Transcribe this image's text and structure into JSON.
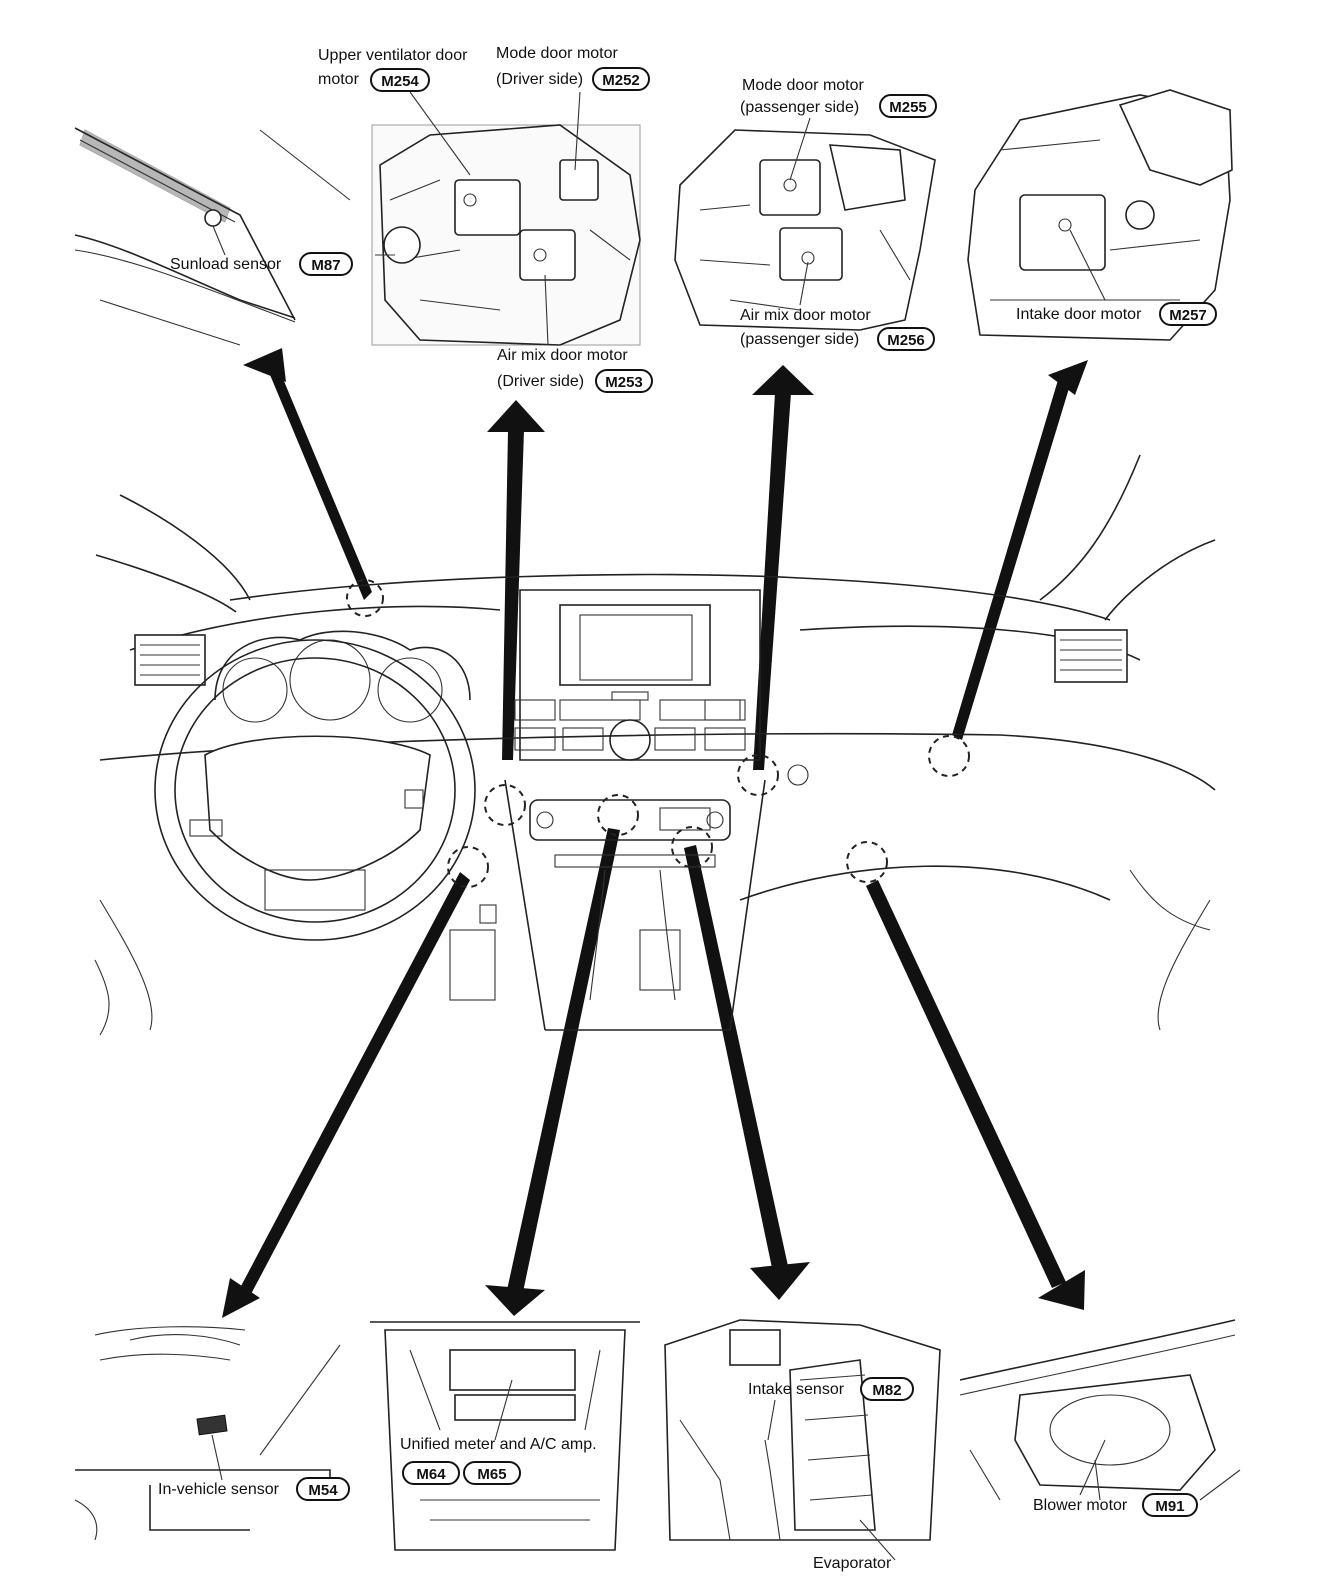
{
  "components": {
    "upper_ventilator_door_motor": {
      "label_line1": "Upper ventilator door",
      "label_line2": "motor",
      "connector": "M254"
    },
    "mode_door_motor_driver": {
      "label_line1": "Mode door motor",
      "label_line2": "(Driver side)",
      "connector": "M252"
    },
    "mode_door_motor_passenger": {
      "label_line1": "Mode door motor",
      "label_line2": "(passenger side)",
      "connector": "M255"
    },
    "sunload_sensor": {
      "label": "Sunload sensor",
      "connector": "M87"
    },
    "air_mix_door_motor_driver": {
      "label_line1": "Air mix door motor",
      "label_line2": "(Driver side)",
      "connector": "M253"
    },
    "air_mix_door_motor_passenger": {
      "label_line1": "Air mix door motor",
      "label_line2": "(passenger side)",
      "connector": "M256"
    },
    "intake_door_motor": {
      "label": "Intake door motor",
      "connector": "M257"
    },
    "in_vehicle_sensor": {
      "label": "In-vehicle sensor",
      "connector": "M54"
    },
    "unified_meter_ac_amp": {
      "label": "Unified meter and A/C amp.",
      "connector_1": "M64",
      "connector_2": "M65"
    },
    "intake_sensor": {
      "label": "Intake sensor",
      "connector": "M82"
    },
    "evaporator": {
      "label": "Evaporator"
    },
    "blower_motor": {
      "label": "Blower motor",
      "connector": "M91"
    }
  }
}
